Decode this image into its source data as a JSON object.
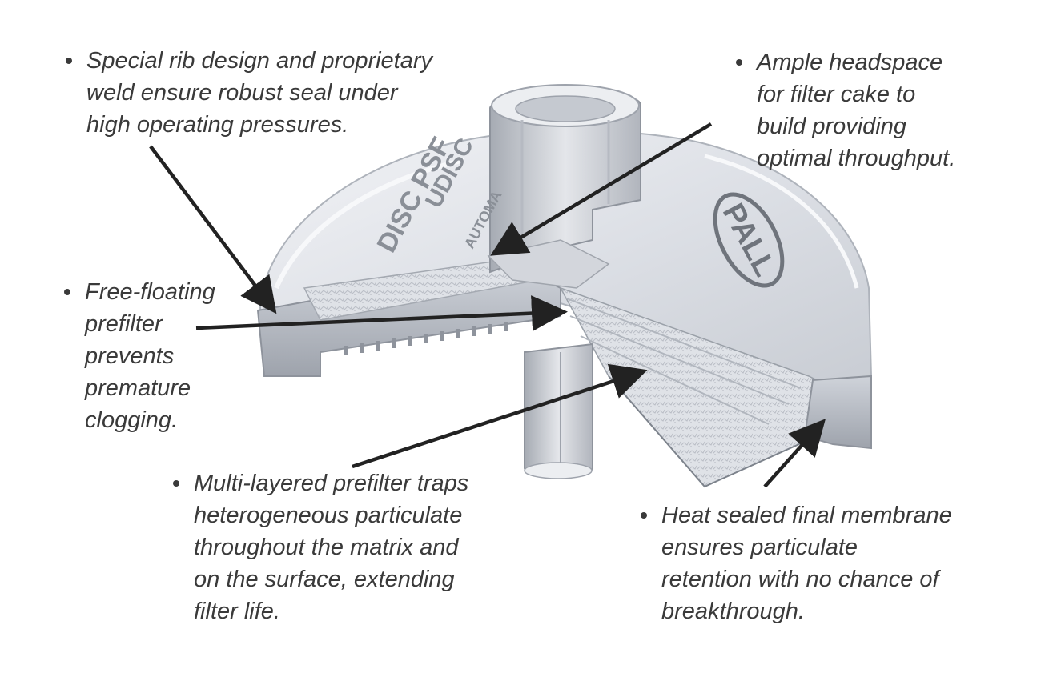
{
  "callouts": {
    "rib_seal": {
      "lines": [
        "Special rib design and proprietary",
        "weld ensure robust seal under",
        "high operating pressures."
      ]
    },
    "headspace": {
      "lines": [
        "Ample headspace",
        "for filter cake to",
        "build providing",
        "optimal throughput."
      ]
    },
    "free_floating": {
      "lines": [
        "Free-floating",
        "prefilter",
        "prevents",
        "premature",
        "clogging."
      ]
    },
    "multi_layered": {
      "lines": [
        "Multi-layered prefilter traps",
        "heterogeneous particulate",
        "throughout the matrix and",
        "on the surface, extending",
        "filter life."
      ]
    },
    "heat_sealed": {
      "lines": [
        "Heat sealed final membrane",
        "ensures particulate",
        "retention with no chance of",
        "breakthrough."
      ]
    }
  },
  "device_markings": {
    "brand_logo": "PALL",
    "product_text": "DISC PSF",
    "partial_text_1": "UDISC",
    "partial_text_2": "AUTOMA"
  },
  "colors": {
    "text": "#3a3a3a",
    "arrow": "#222222",
    "device_light": "#e6e8ec",
    "device_mid": "#c4c8d0",
    "device_dark": "#8e939c"
  }
}
